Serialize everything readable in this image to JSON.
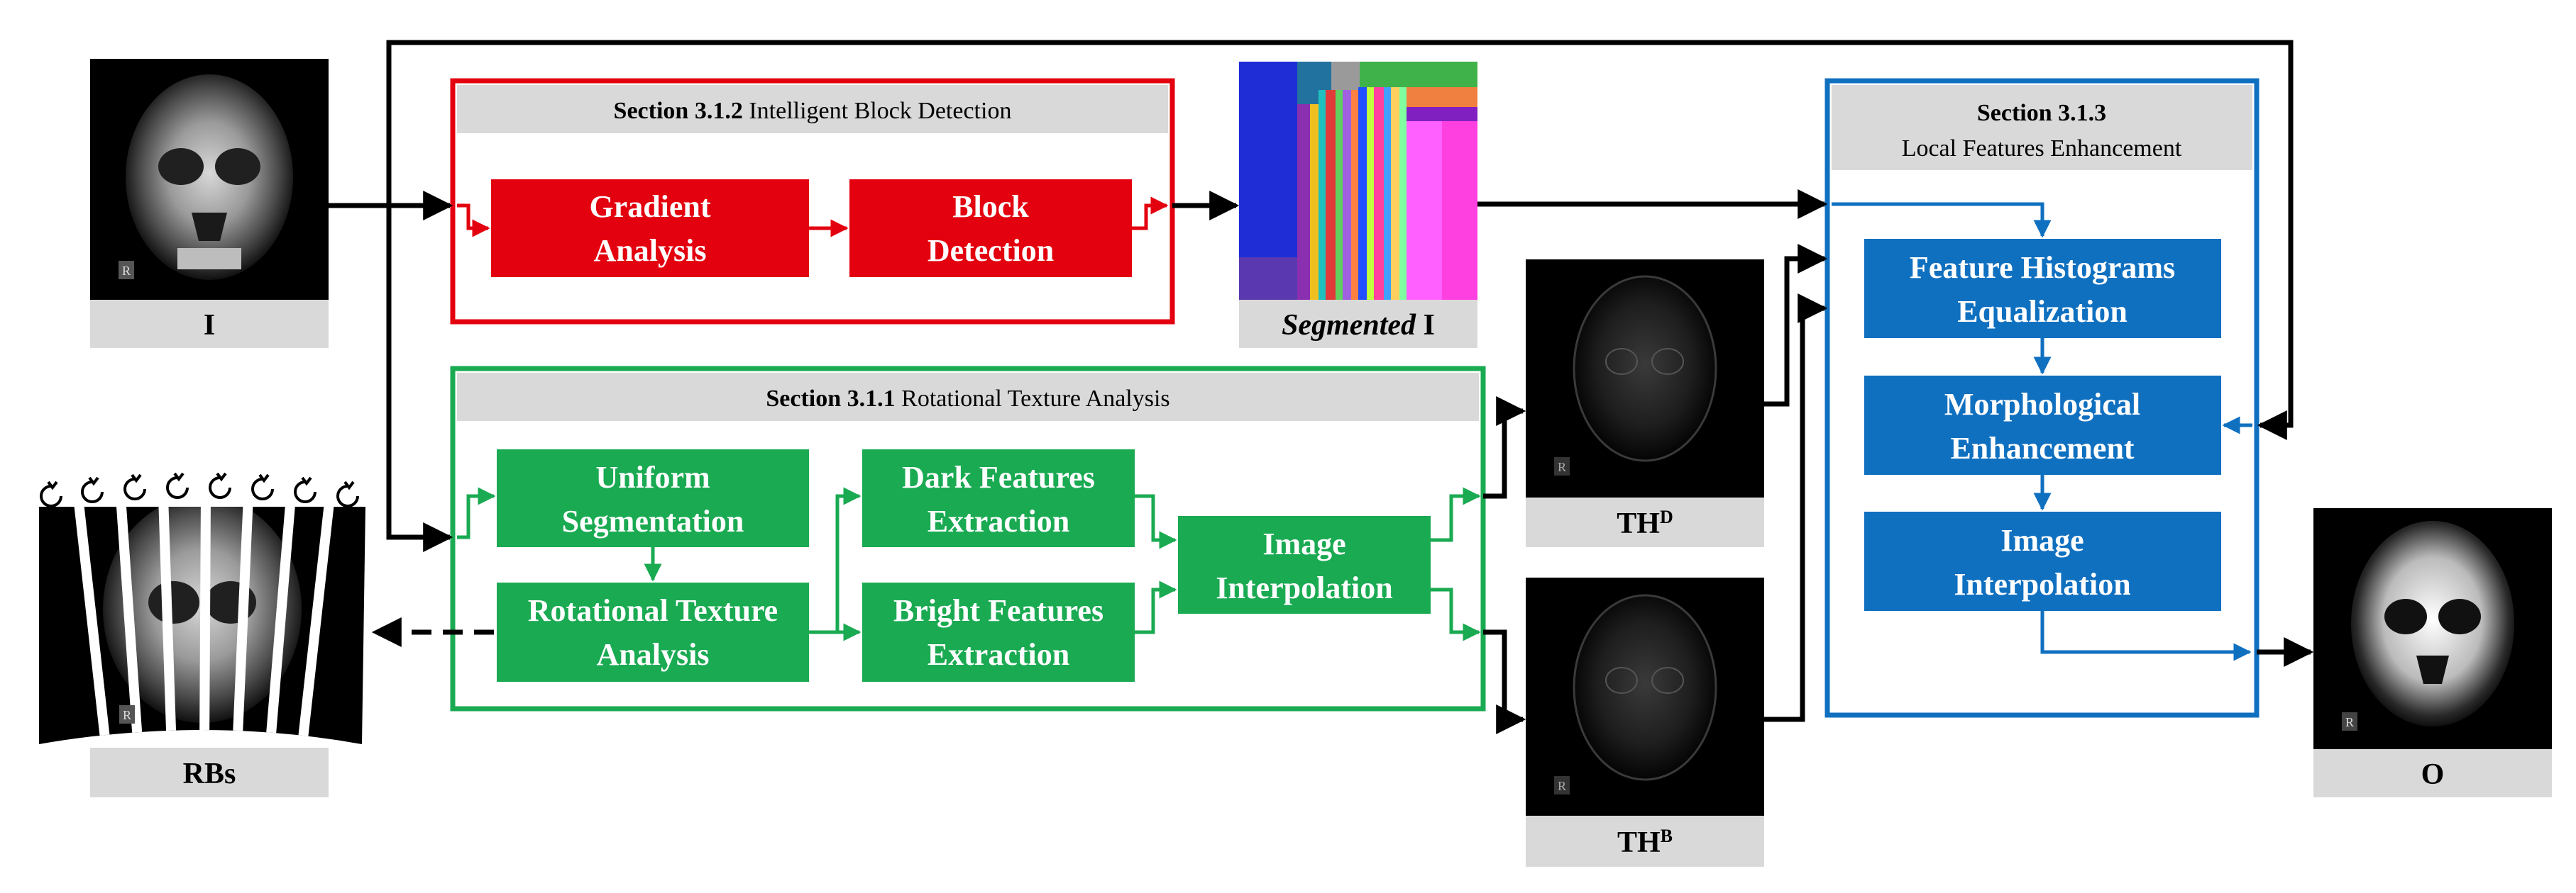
{
  "images": {
    "input": {
      "label": "I",
      "corner_mark": "R"
    },
    "segmented": {
      "label_italic": "Segmented",
      "label_rest": " I"
    },
    "th_dark": {
      "label": "TH",
      "sup": "D",
      "corner_mark": "R"
    },
    "th_bright": {
      "label": "TH",
      "sup": "B",
      "corner_mark": "R"
    },
    "rbs": {
      "label": "RBs",
      "corner_mark": "R"
    },
    "output": {
      "label": "O",
      "corner_mark": "R"
    }
  },
  "sections": {
    "block_detection": {
      "number": "Section 3.1.2",
      "title": " Intelligent Block Detection",
      "color": "#e3000f",
      "steps": [
        {
          "line1": "Gradient",
          "line2": "Analysis"
        },
        {
          "line1": "Block",
          "line2": "Detection"
        }
      ]
    },
    "texture": {
      "number": "Section 3.1.1",
      "title": " Rotational Texture Analysis",
      "color": "#1aaa52",
      "steps": [
        {
          "line1": "Uniform",
          "line2": "Segmentation"
        },
        {
          "line1": "Rotational Texture",
          "line2": "Analysis"
        },
        {
          "line1": "Dark Features",
          "line2": "Extraction"
        },
        {
          "line1": "Bright Features",
          "line2": "Extraction"
        },
        {
          "line1": "Image",
          "line2": "Interpolation"
        }
      ]
    },
    "enhancement": {
      "number": "Section 3.1.3",
      "title": "Local Features Enhancement",
      "color": "#1070c0",
      "steps": [
        {
          "line1": "Feature Histograms",
          "line2": "Equalization"
        },
        {
          "line1": "Morphological",
          "line2": "Enhancement"
        },
        {
          "line1": "Image",
          "line2": "Interpolation"
        }
      ]
    }
  }
}
